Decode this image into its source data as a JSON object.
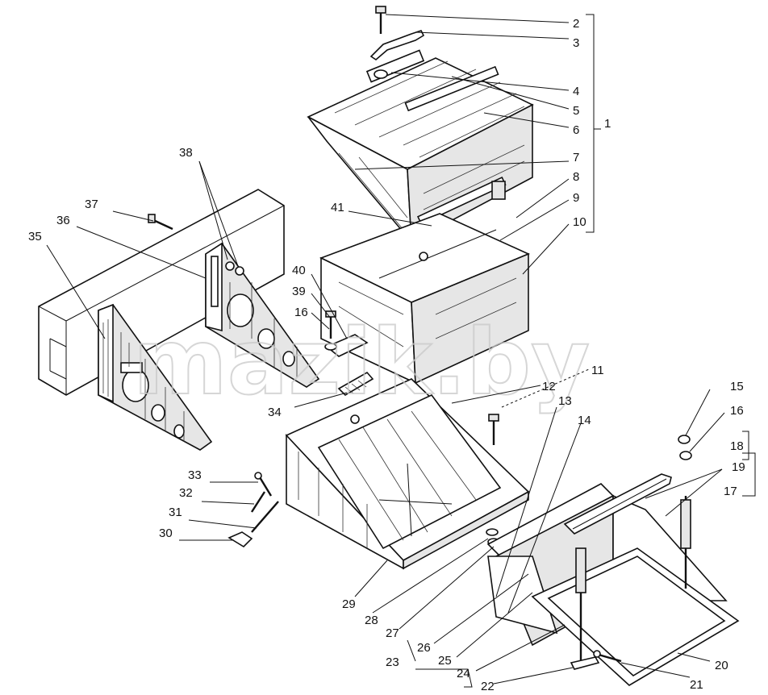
{
  "watermark": "mazik.by",
  "callouts": [
    {
      "id": "1",
      "text": "1"
    },
    {
      "id": "2",
      "text": "2"
    },
    {
      "id": "3",
      "text": "3"
    },
    {
      "id": "4",
      "text": "4"
    },
    {
      "id": "5",
      "text": "5"
    },
    {
      "id": "6",
      "text": "6"
    },
    {
      "id": "7",
      "text": "7"
    },
    {
      "id": "8",
      "text": "8"
    },
    {
      "id": "9",
      "text": "9"
    },
    {
      "id": "10",
      "text": "10"
    },
    {
      "id": "11",
      "text": "11"
    },
    {
      "id": "12",
      "text": "12"
    },
    {
      "id": "13",
      "text": "13"
    },
    {
      "id": "14",
      "text": "14"
    },
    {
      "id": "15",
      "text": "15"
    },
    {
      "id": "16a",
      "text": "16"
    },
    {
      "id": "16b",
      "text": "16"
    },
    {
      "id": "17",
      "text": "17"
    },
    {
      "id": "18",
      "text": "18"
    },
    {
      "id": "19",
      "text": "19"
    },
    {
      "id": "20",
      "text": "20"
    },
    {
      "id": "21",
      "text": "21"
    },
    {
      "id": "22",
      "text": "22"
    },
    {
      "id": "23",
      "text": "23"
    },
    {
      "id": "24",
      "text": "24"
    },
    {
      "id": "25",
      "text": "25"
    },
    {
      "id": "26",
      "text": "26"
    },
    {
      "id": "27",
      "text": "27"
    },
    {
      "id": "28",
      "text": "28"
    },
    {
      "id": "29",
      "text": "29"
    },
    {
      "id": "30",
      "text": "30"
    },
    {
      "id": "31",
      "text": "31"
    },
    {
      "id": "32",
      "text": "32"
    },
    {
      "id": "33",
      "text": "33"
    },
    {
      "id": "34",
      "text": "34"
    },
    {
      "id": "35",
      "text": "35"
    },
    {
      "id": "36",
      "text": "36"
    },
    {
      "id": "37",
      "text": "37"
    },
    {
      "id": "38",
      "text": "38"
    },
    {
      "id": "39",
      "text": "39"
    },
    {
      "id": "40",
      "text": "40"
    },
    {
      "id": "41",
      "text": "41"
    }
  ]
}
